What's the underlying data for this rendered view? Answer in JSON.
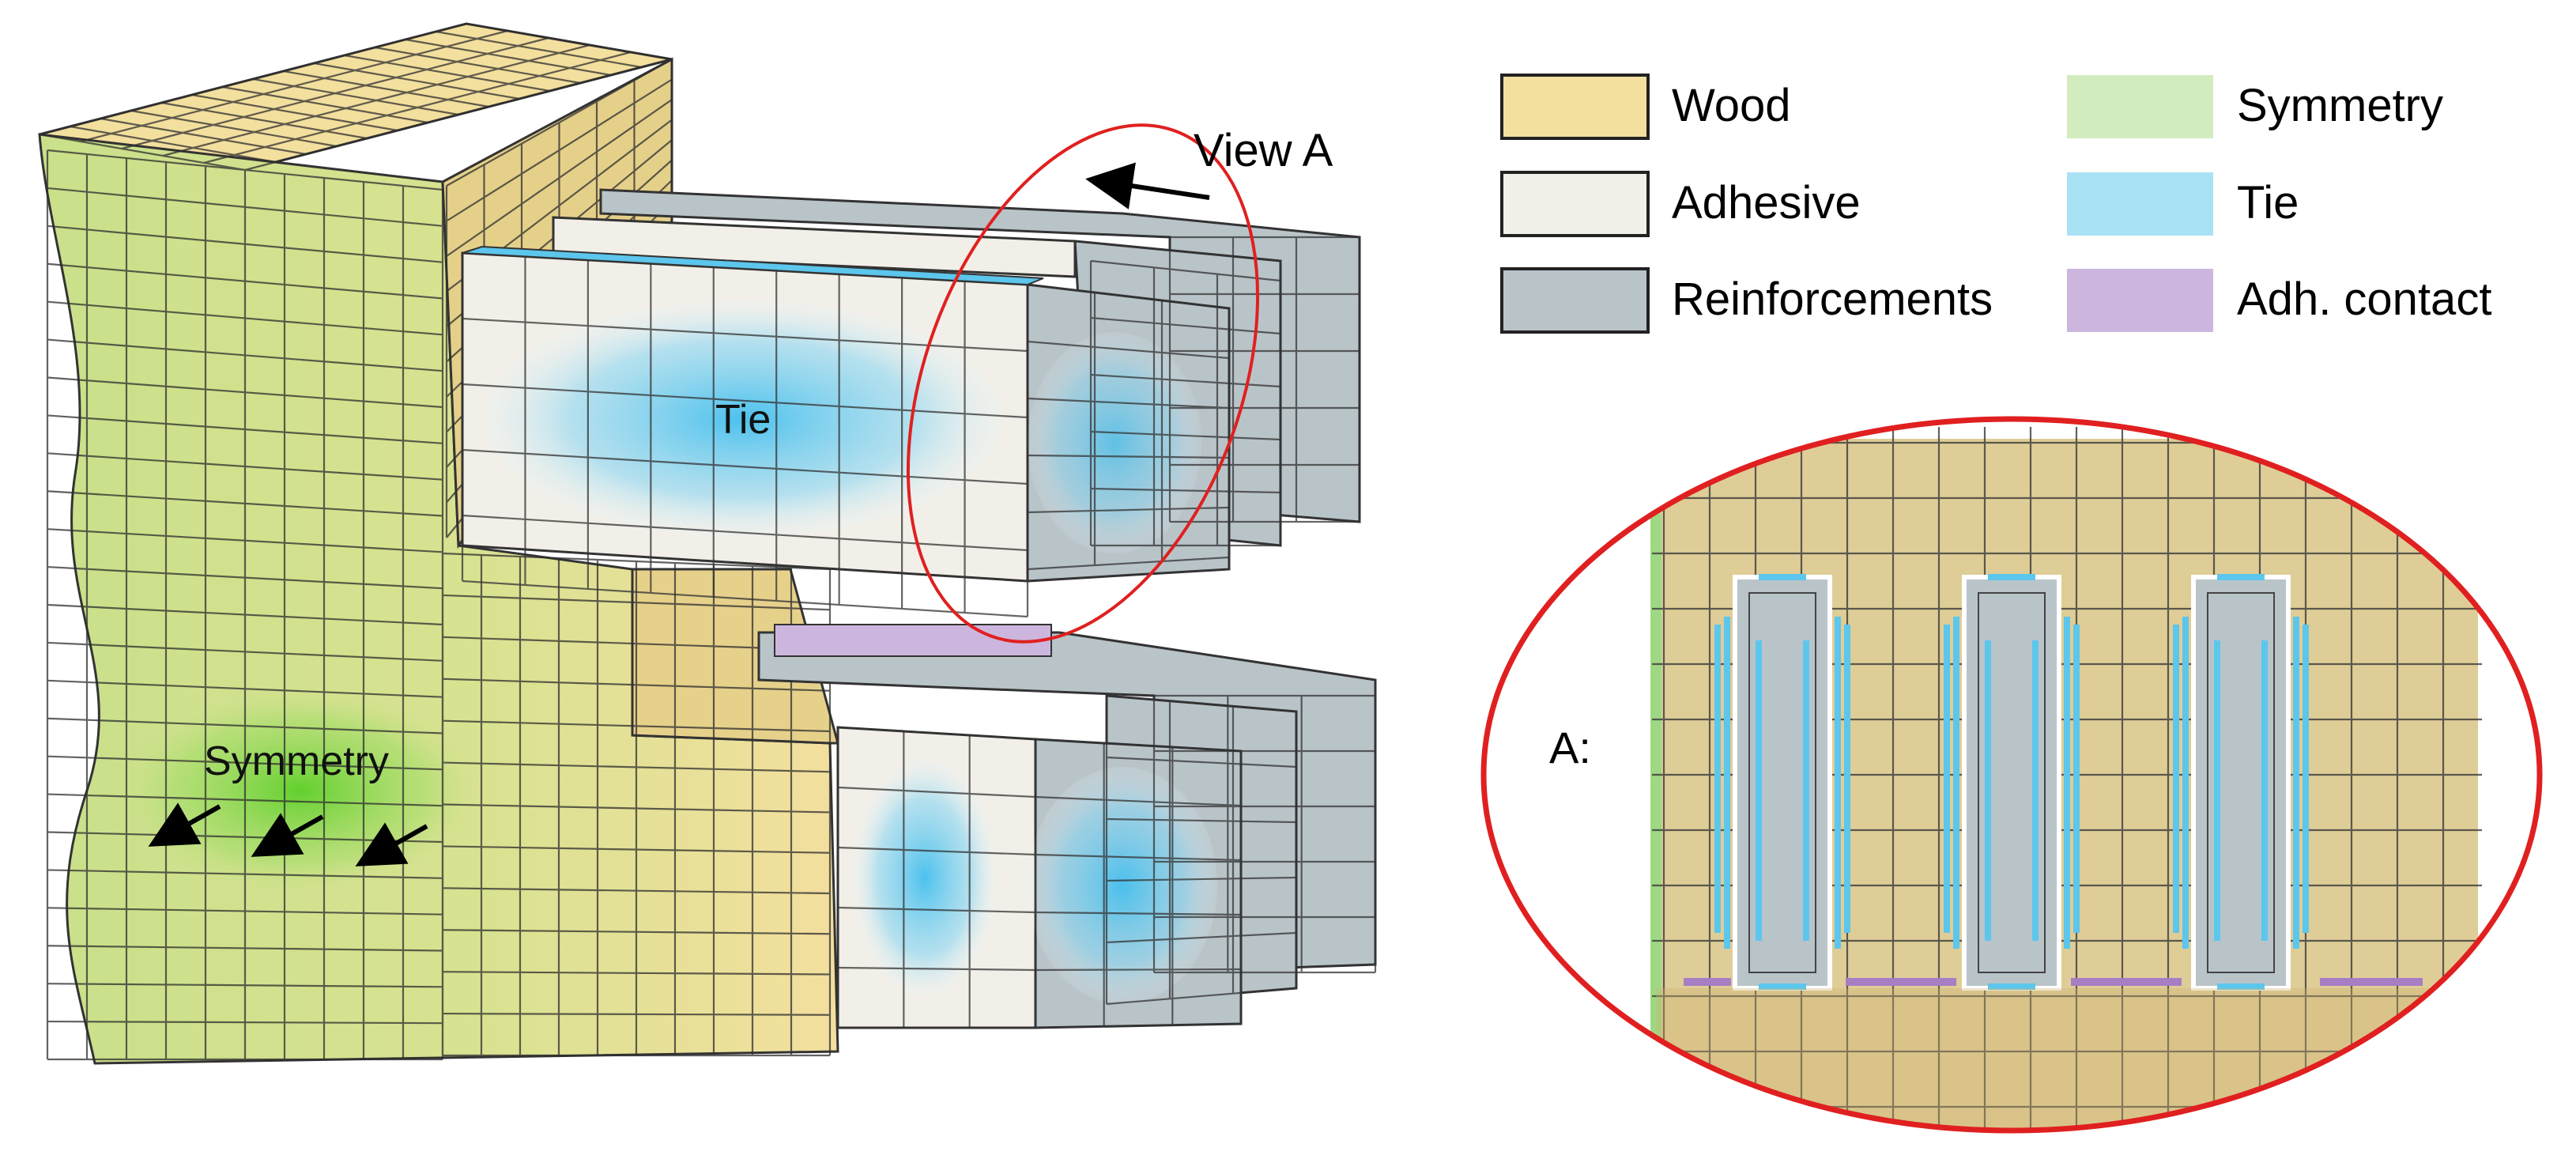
{
  "legend": [
    {
      "label": "Wood",
      "color": "#f3df9e"
    },
    {
      "label": "Adhesive",
      "color": "#f2efe8"
    },
    {
      "label": "Reinforcements",
      "color": "#b9c4c9"
    },
    {
      "label": "Symmetry",
      "color": "#d3ecbf"
    },
    {
      "label": "Tie",
      "color": "#a9e2f5"
    },
    {
      "label": "Adh. contact",
      "color": "#cdb6dd"
    }
  ],
  "labels": {
    "view_a": "View A",
    "tie": "Tie",
    "symmetry": "Symmetry",
    "detail": "A:"
  },
  "colors": {
    "wood": "#f3df9e",
    "wood_shade": "#e2cc86",
    "wood_green": "#c9e08a",
    "adhesive": "#f2efe8",
    "reinforcement": "#b9c4c9",
    "tie": "#5cc6ec",
    "tie_dark": "#3aaed6",
    "symmetry_glow": "#6cd33a",
    "symmetry_bar": "#b8e29a",
    "adh_contact": "#a77ec4",
    "grid": "#3b3b3b",
    "detail_ring": "#e02020",
    "detail_fill": "#d9c485",
    "arrow": "#000000"
  }
}
